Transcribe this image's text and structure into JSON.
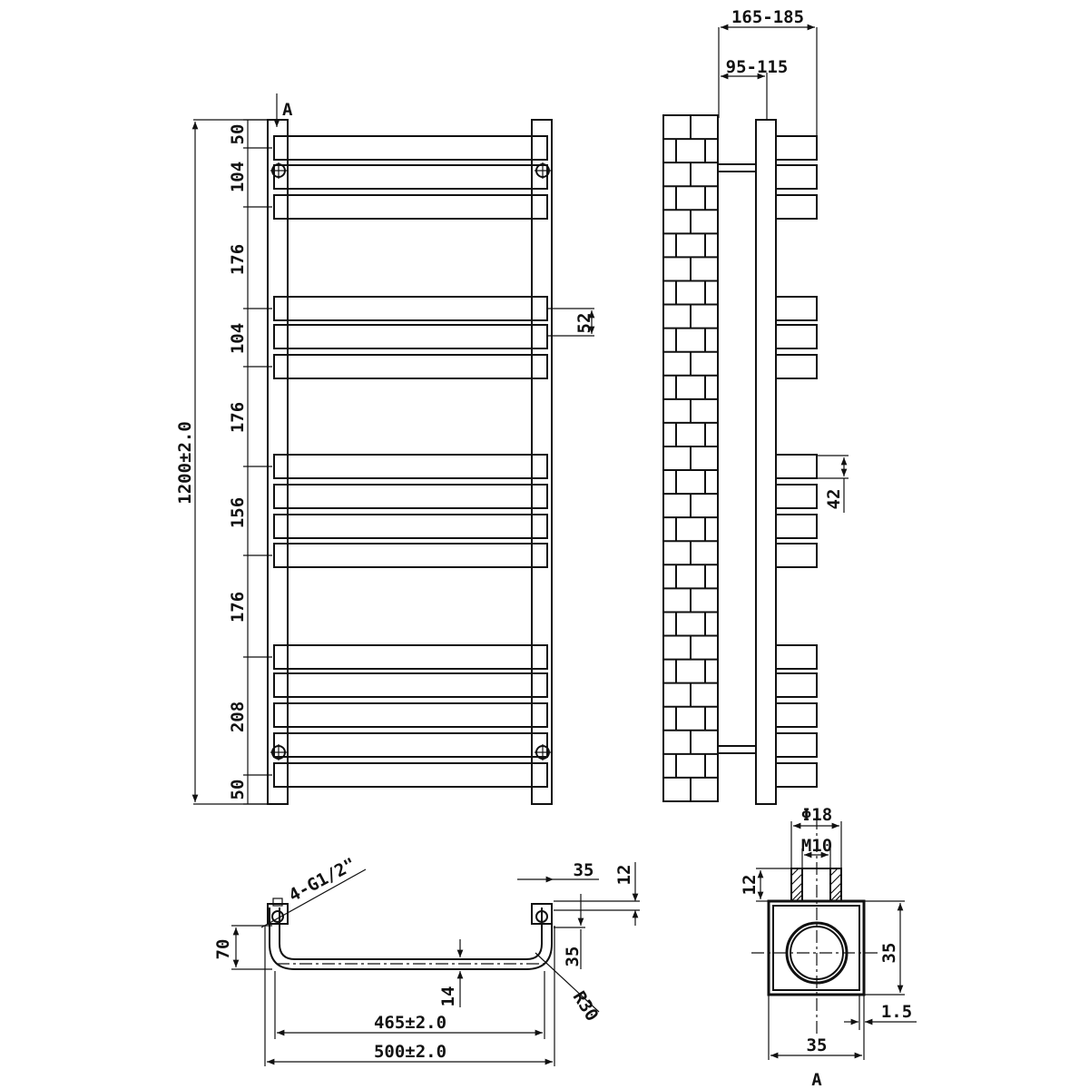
{
  "front_view": {
    "section_marker": "A",
    "total_height_label": "1200±2.0",
    "spacing_labels": [
      "50",
      "104",
      "176",
      "104",
      "176",
      "156",
      "176",
      "208",
      "50"
    ],
    "bar_thickness_label": "52"
  },
  "side_view": {
    "depth_outer_label": "165-185",
    "depth_inner_label": "95-115",
    "bar_gap_label": "42"
  },
  "bottom_view": {
    "connection_label": "4-G1/2\"",
    "offset_top_label": "35",
    "offset_right_label": "12",
    "pipe_depth_label": "35",
    "rear_offset_label": "70",
    "bar_gap_label": "14",
    "radius_label": "R30",
    "centers_label": "465±2.0",
    "overall_width_label": "500±2.0"
  },
  "section_a": {
    "diameter_label": "Φ18",
    "thread_label": "M10",
    "thread_height_label": "12",
    "height_label": "35",
    "width_label": "35",
    "wall_label": "1.5",
    "section_marker": "A"
  }
}
